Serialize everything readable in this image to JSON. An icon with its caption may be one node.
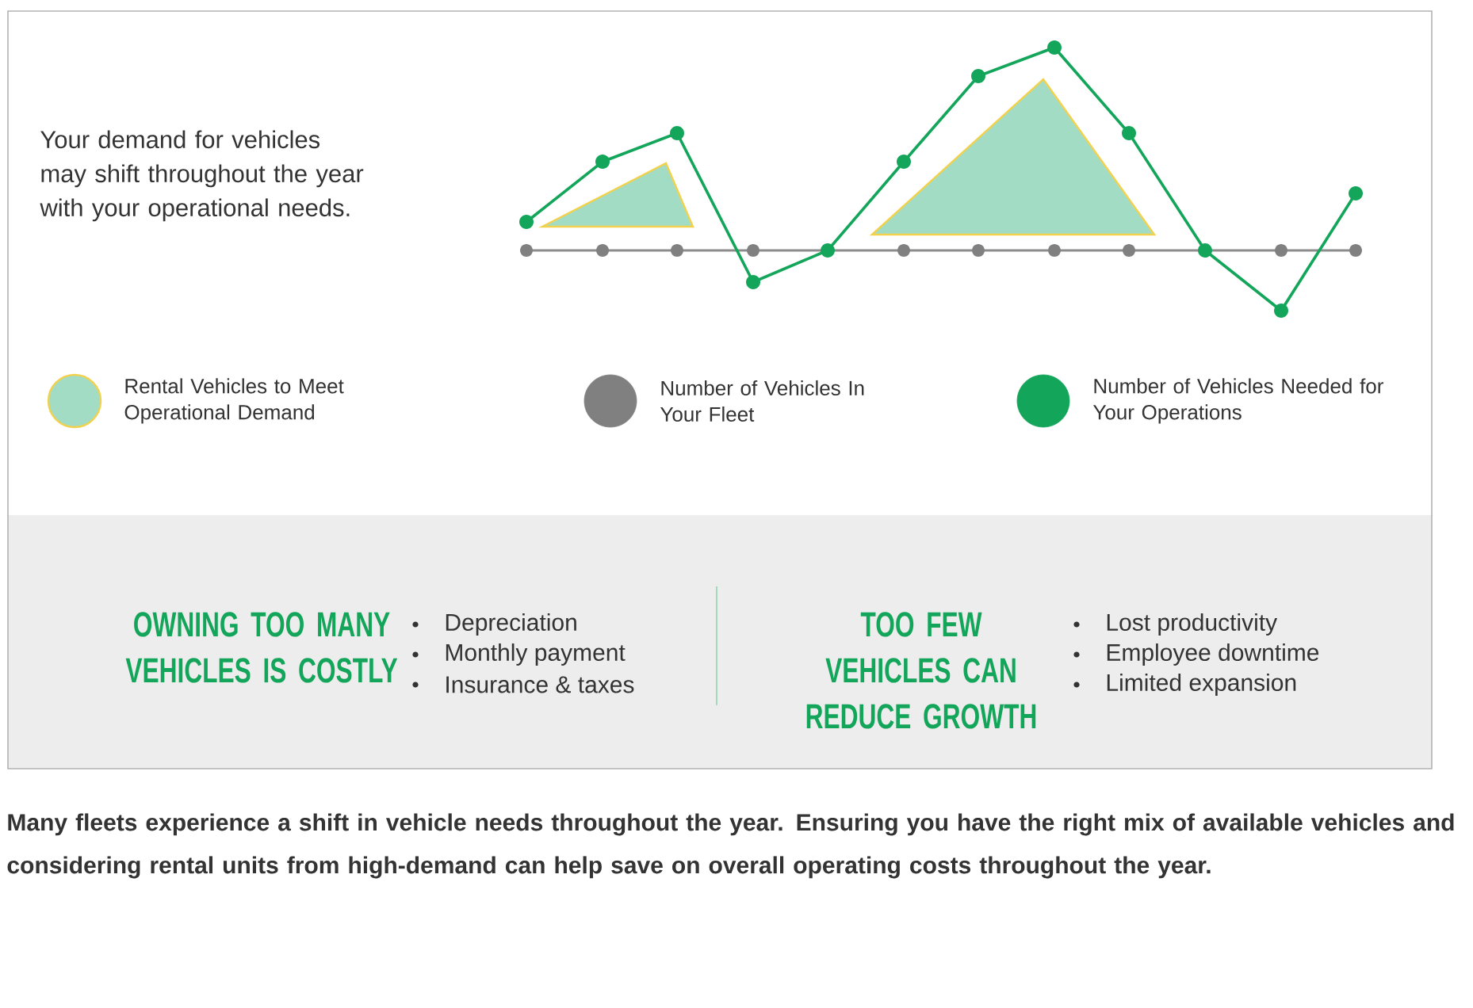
{
  "diagram": {
    "caption": "Many fleets experience a shift in vehicle needs throughout the year. Ensuring you have the right mix of available vehicles and considering rental units from high-demand can help save on overall operating costs throughout the year.",
    "labels": [
      "Your demand for vehicles may shift throughout the year with your operational needs.",
      "OWNING TOO MANY VEHICLES IS COSTLY",
      "Depreciation",
      "Monthly payment",
      "Insurance & taxes",
      "TOO FEW VEHICLES CAN REDUCE GROWTH",
      "Lost productivity",
      "Employee downtime",
      "Limited expansion"
    ],
    "legend": [
      {
        "text": "Rental Vehicles to Meet Operational Demand",
        "color": "#a3dcc5"
      },
      {
        "text": "Number of Vehicles In Your Fleet",
        "color": "#808080"
      },
      {
        "text": "Number of Vehicles Needed for Your Operations",
        "color": "#13a55a"
      }
    ]
  }
}
